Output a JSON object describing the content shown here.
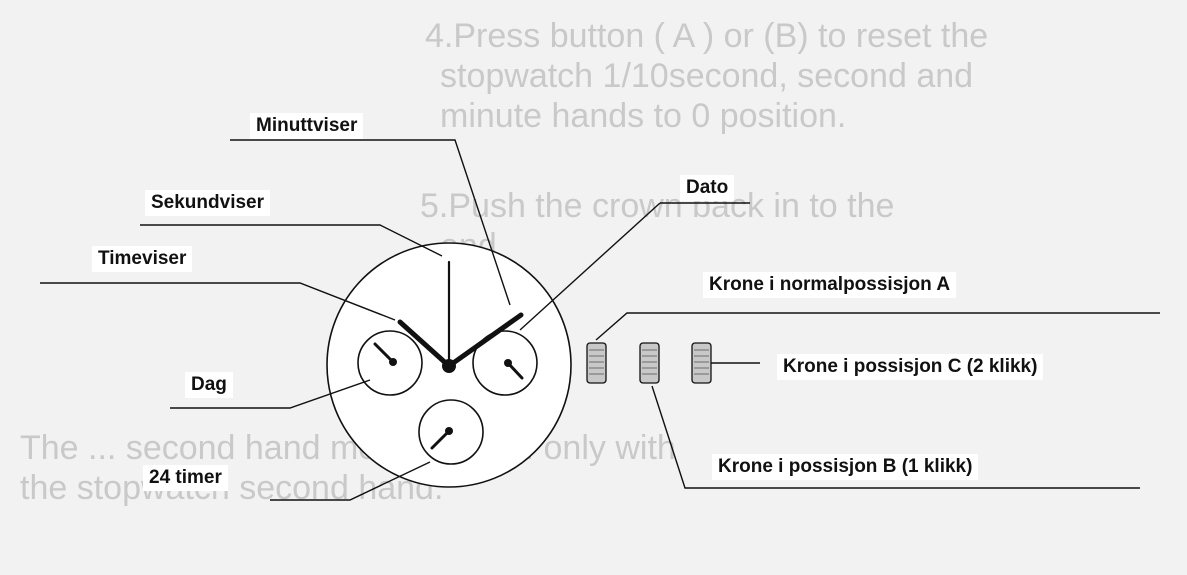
{
  "background_text": [
    "4.Press button ( A ) or (B) to reset the",
    "stopwatch 1/10second, second and",
    "minute hands to 0 position.",
    "5.Push the crown back in to the",
    "end",
    "The ... second hand moves at a ... only with",
    "the stopwatch second hand."
  ],
  "labels": {
    "minuttviser": "Minuttviser",
    "sekundviser": "Sekundviser",
    "timeviser": "Timeviser",
    "dag": "Dag",
    "timer24": "24 timer",
    "dato": "Dato",
    "crown_a": "Krone i normalpossisjon A",
    "crown_c": "Krone i possisjon C (2 klikk)",
    "crown_b": "Krone i possisjon B (1 klikk)"
  }
}
